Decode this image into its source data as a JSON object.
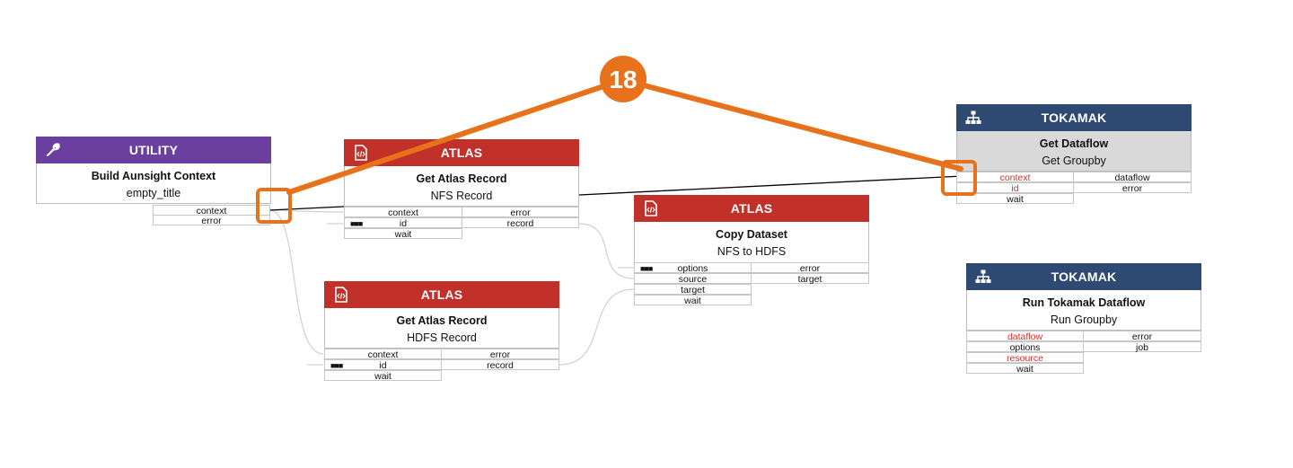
{
  "badge": {
    "number": "18",
    "color": "#e8721c"
  },
  "colors": {
    "utility": "#6b3fa0",
    "atlas": "#c2302a",
    "tokamak": "#2f4a72",
    "required_port": "#d9302a"
  },
  "nodes": {
    "utility": {
      "category": "UTILITY",
      "icon": "wrench-icon",
      "title": "Build Aunsight Context",
      "subtitle": "empty_title",
      "outputs": [
        "context",
        "error"
      ]
    },
    "atlas_nfs": {
      "category": "ATLAS",
      "icon": "code-file-icon",
      "title": "Get Atlas Record",
      "subtitle": "NFS Record",
      "inputs": [
        "context",
        "id",
        "wait"
      ],
      "outputs": [
        "error",
        "record"
      ]
    },
    "atlas_hdfs": {
      "category": "ATLAS",
      "icon": "code-file-icon",
      "title": "Get Atlas Record",
      "subtitle": "HDFS Record",
      "inputs": [
        "context",
        "id",
        "wait"
      ],
      "outputs": [
        "error",
        "record"
      ]
    },
    "copy": {
      "category": "ATLAS",
      "icon": "code-file-icon",
      "title": "Copy Dataset",
      "subtitle": "NFS to HDFS",
      "inputs": [
        "options",
        "source",
        "target",
        "wait"
      ],
      "outputs": [
        "error",
        "target"
      ]
    },
    "get_dataflow": {
      "category": "TOKAMAK",
      "icon": "hierarchy-icon",
      "title": "Get Dataflow",
      "subtitle": "Get Groupby",
      "inputs": [
        "context",
        "id",
        "wait"
      ],
      "outputs": [
        "dataflow",
        "error"
      ]
    },
    "run_dataflow": {
      "category": "TOKAMAK",
      "icon": "hierarchy-icon",
      "title": "Run Tokamak Dataflow",
      "subtitle": "Run Groupby",
      "inputs": [
        "dataflow",
        "options",
        "resource",
        "wait"
      ],
      "outputs": [
        "error",
        "job"
      ]
    }
  }
}
